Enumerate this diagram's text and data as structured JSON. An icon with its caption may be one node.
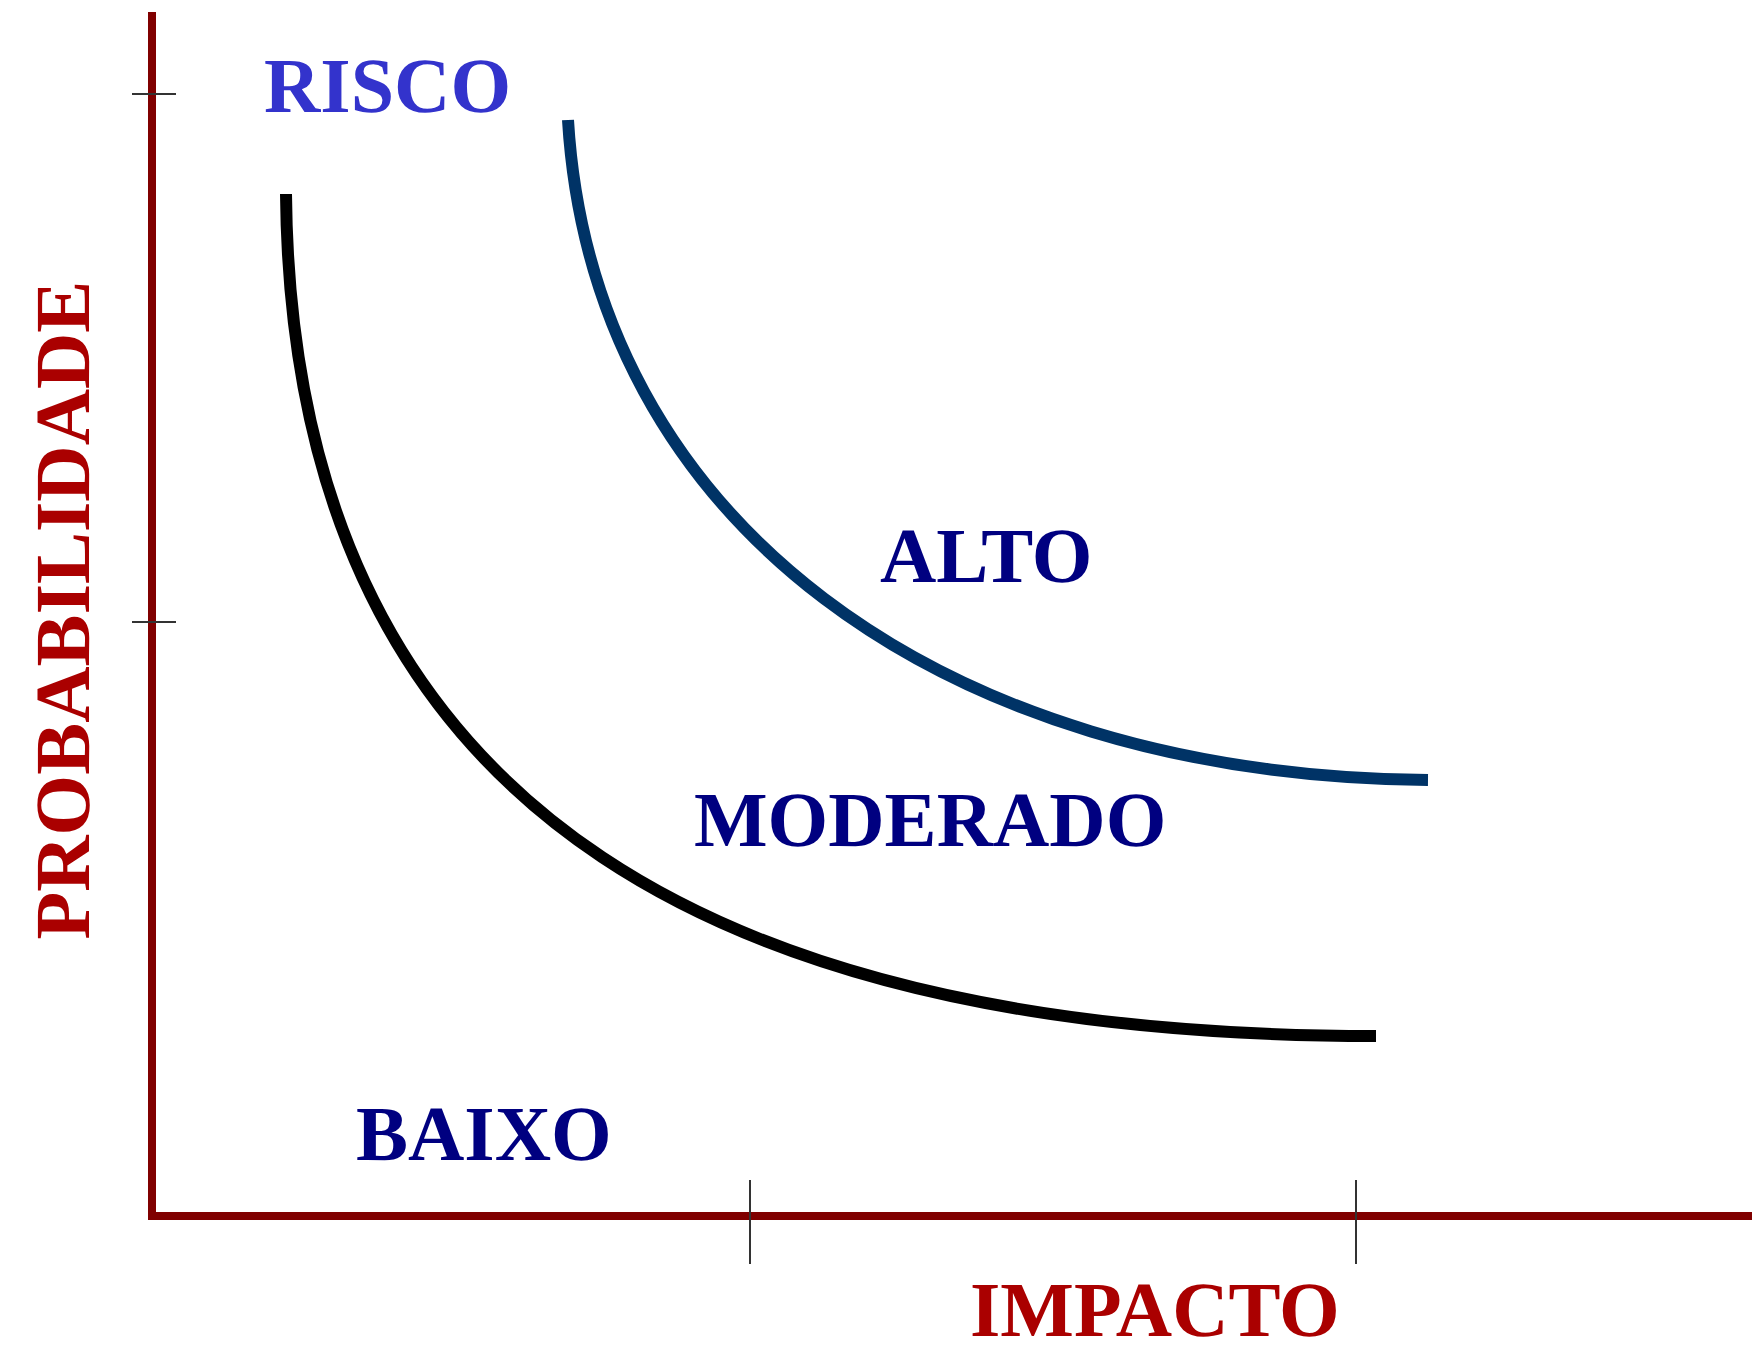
{
  "diagram": {
    "labels": [
      "RISCO",
      "ALTO",
      "MODERADO",
      "BAIXO",
      "IMPACTO",
      "PROBABILIDADE"
    ]
  }
}
